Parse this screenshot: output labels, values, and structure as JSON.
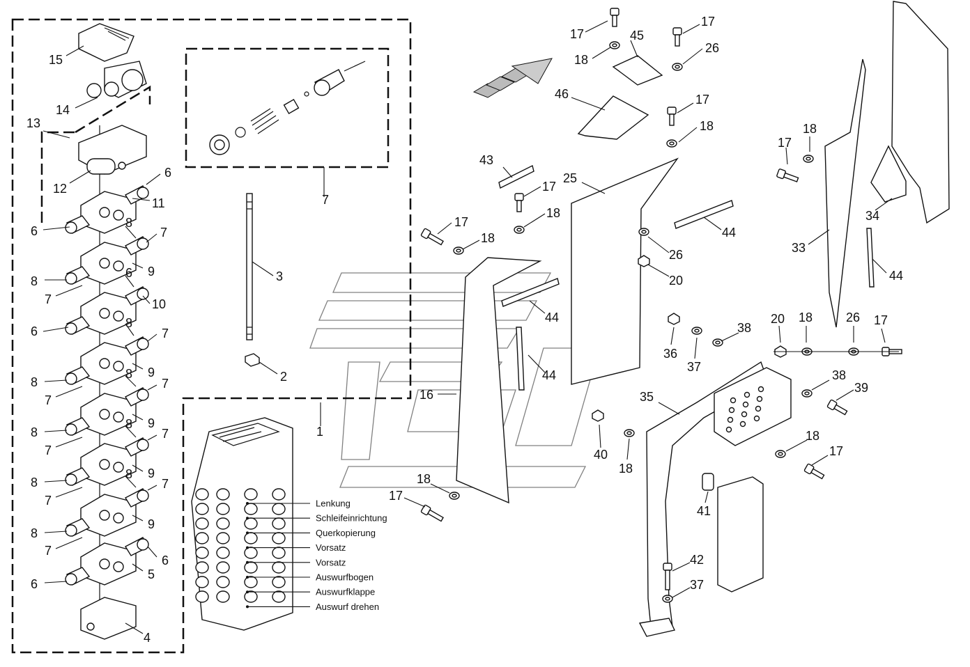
{
  "callouts": [
    {
      "id": "c15",
      "text": "15"
    },
    {
      "id": "c14",
      "text": "14"
    },
    {
      "id": "c13",
      "text": "13"
    },
    {
      "id": "c12",
      "text": "12"
    },
    {
      "id": "c6a",
      "text": "6"
    },
    {
      "id": "c11",
      "text": "11"
    },
    {
      "id": "c6b",
      "text": "6"
    },
    {
      "id": "c8a",
      "text": "8"
    },
    {
      "id": "c7a",
      "text": "7"
    },
    {
      "id": "c9a",
      "text": "9"
    },
    {
      "id": "c8b",
      "text": "8"
    },
    {
      "id": "c7b",
      "text": "7"
    },
    {
      "id": "c6c",
      "text": "6"
    },
    {
      "id": "c10",
      "text": "10"
    },
    {
      "id": "c6d",
      "text": "6"
    },
    {
      "id": "c8c",
      "text": "8"
    },
    {
      "id": "c7c",
      "text": "7"
    },
    {
      "id": "c9b",
      "text": "9"
    },
    {
      "id": "c8d",
      "text": "8"
    },
    {
      "id": "c7d",
      "text": "7"
    },
    {
      "id": "c8e",
      "text": "8"
    },
    {
      "id": "c7e",
      "text": "7"
    },
    {
      "id": "c9c",
      "text": "9"
    },
    {
      "id": "c8f",
      "text": "8"
    },
    {
      "id": "c7f",
      "text": "7"
    },
    {
      "id": "c8g",
      "text": "8"
    },
    {
      "id": "c7g",
      "text": "7"
    },
    {
      "id": "c9d",
      "text": "9"
    },
    {
      "id": "c8h",
      "text": "8"
    },
    {
      "id": "c7h",
      "text": "7"
    },
    {
      "id": "c8i",
      "text": "8"
    },
    {
      "id": "c7i",
      "text": "7"
    },
    {
      "id": "c9e",
      "text": "9"
    },
    {
      "id": "c8j",
      "text": "8"
    },
    {
      "id": "c7j",
      "text": "7"
    },
    {
      "id": "c6e",
      "text": "6"
    },
    {
      "id": "c5",
      "text": "5"
    },
    {
      "id": "c6f",
      "text": "6"
    },
    {
      "id": "c4",
      "text": "4"
    },
    {
      "id": "c7k",
      "text": "7"
    },
    {
      "id": "c3",
      "text": "3"
    },
    {
      "id": "c2",
      "text": "2"
    },
    {
      "id": "c1",
      "text": "1"
    },
    {
      "id": "c17a",
      "text": "17"
    },
    {
      "id": "c18a",
      "text": "18"
    },
    {
      "id": "c45",
      "text": "45"
    },
    {
      "id": "c17b",
      "text": "17"
    },
    {
      "id": "c26a",
      "text": "26"
    },
    {
      "id": "c46",
      "text": "46"
    },
    {
      "id": "c17c",
      "text": "17"
    },
    {
      "id": "c18b",
      "text": "18"
    },
    {
      "id": "c43",
      "text": "43"
    },
    {
      "id": "c17d",
      "text": "17"
    },
    {
      "id": "c18c",
      "text": "18"
    },
    {
      "id": "c25",
      "text": "25"
    },
    {
      "id": "c17e",
      "text": "17"
    },
    {
      "id": "c18d",
      "text": "18"
    },
    {
      "id": "c44a",
      "text": "44"
    },
    {
      "id": "c26b",
      "text": "26"
    },
    {
      "id": "c20a",
      "text": "20"
    },
    {
      "id": "c44b",
      "text": "44"
    },
    {
      "id": "c44c",
      "text": "44"
    },
    {
      "id": "c16",
      "text": "16"
    },
    {
      "id": "c17f",
      "text": "17"
    },
    {
      "id": "c18e",
      "text": "18"
    },
    {
      "id": "c34",
      "text": "34"
    },
    {
      "id": "c33",
      "text": "33"
    },
    {
      "id": "c44d",
      "text": "44"
    },
    {
      "id": "c17g",
      "text": "17"
    },
    {
      "id": "c18f",
      "text": "18"
    },
    {
      "id": "c20b",
      "text": "20"
    },
    {
      "id": "c18g",
      "text": "18"
    },
    {
      "id": "c26c",
      "text": "26"
    },
    {
      "id": "c17h",
      "text": "17"
    },
    {
      "id": "c36",
      "text": "36"
    },
    {
      "id": "c37a",
      "text": "37"
    },
    {
      "id": "c38a",
      "text": "38"
    },
    {
      "id": "c38b",
      "text": "38"
    },
    {
      "id": "c39",
      "text": "39"
    },
    {
      "id": "c35",
      "text": "35"
    },
    {
      "id": "c40",
      "text": "40"
    },
    {
      "id": "c18h",
      "text": "18"
    },
    {
      "id": "c18i",
      "text": "18"
    },
    {
      "id": "c17i",
      "text": "17"
    },
    {
      "id": "c41",
      "text": "41"
    },
    {
      "id": "c42",
      "text": "42"
    },
    {
      "id": "c37b",
      "text": "37"
    }
  ],
  "functions": [
    "Lenkung",
    "Schleifeinrichtung",
    "Querkopierung",
    "Vorsatz",
    "Vorsatz",
    "Auswurfbogen",
    "Auswurfklappe",
    "Auswurf drehen"
  ]
}
